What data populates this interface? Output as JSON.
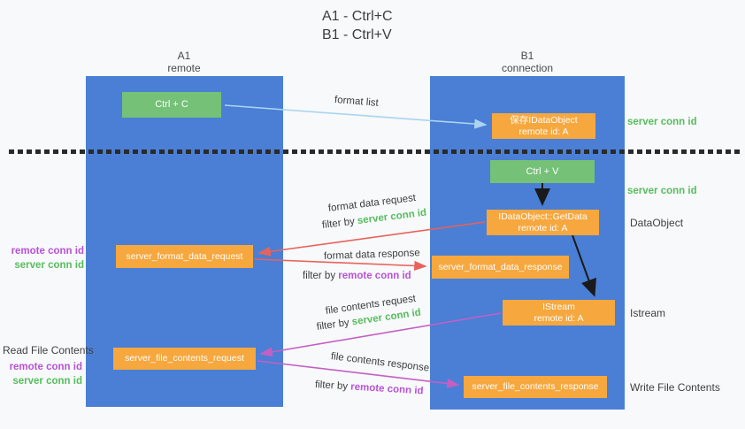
{
  "title": {
    "line1": "A1 - Ctrl+C",
    "line2": "B1 - Ctrl+V"
  },
  "lanes": {
    "left": {
      "id": "A1",
      "role": "remote"
    },
    "right": {
      "id": "B1",
      "role": "connection"
    }
  },
  "nodes": {
    "ctrl_c": {
      "label": "Ctrl + C"
    },
    "ctrl_v": {
      "label": "Ctrl + V"
    },
    "save_idataobject": {
      "line1": "保存IDataObject",
      "line2": "remote id: A"
    },
    "idataobject_getdata": {
      "line1": "IDataObject::GetData",
      "line2": "remote id: A"
    },
    "istream": {
      "line1": "IStream",
      "line2": "remote id: A"
    },
    "server_format_data_request": {
      "label": "server_format_data_request"
    },
    "server_format_data_response": {
      "label": "server_format_data_response"
    },
    "server_file_contents_request": {
      "label": "server_file_contents_request"
    },
    "server_file_contents_response": {
      "label": "server_file_contents_response"
    }
  },
  "side_labels": {
    "server_conn_id_top": "server conn id",
    "server_conn_id_mid": "server conn id",
    "dataobject": "DataObject",
    "istream": "Istream",
    "write_file_contents": "Write File Contents",
    "read_file_contents": "Read File Contents",
    "remote_conn_id_upper": "remote conn id",
    "server_conn_id_upper": "server conn id",
    "remote_conn_id_lower": "remote conn id",
    "server_conn_id_lower": "server conn id"
  },
  "arrow_labels": {
    "format_list": "format list",
    "format_data_request": "format data request",
    "format_data_response": "format data response",
    "file_contents_request": "file contents request",
    "file_contents_response": "file contents response",
    "filter_by": "filter by ",
    "server_conn_id": "server conn id",
    "remote_conn_id": "remote conn id"
  },
  "colors": {
    "lane_blue": "#4a7fd5",
    "node_green": "#74c177",
    "node_orange": "#f6a73e",
    "text_green": "#56bd5c",
    "text_purple": "#b853d4",
    "arrow_red": "#e8625a",
    "arrow_magenta": "#c45fc4",
    "arrow_lightblue": "#aad4f0",
    "arrow_black": "#1a1a1a"
  }
}
